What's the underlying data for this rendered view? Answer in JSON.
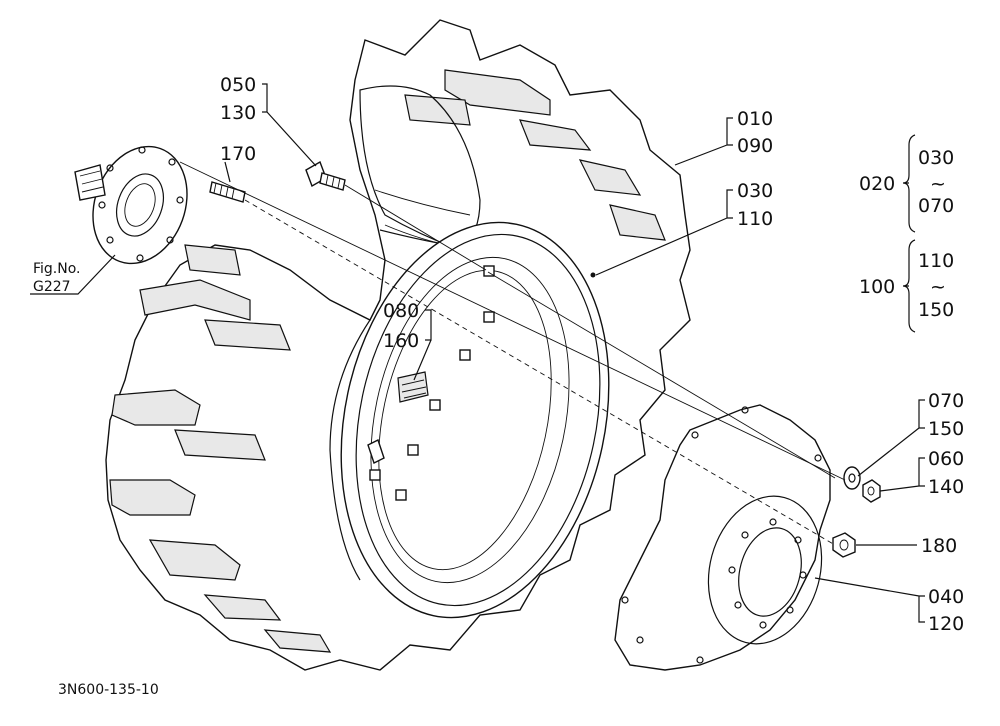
{
  "labels": {
    "c050": "050",
    "c130": "130",
    "c170": "170",
    "c010": "010",
    "c090": "090",
    "c030a": "030",
    "c110a": "110",
    "c080": "080",
    "c160": "160",
    "c070a": "070",
    "c150a": "150",
    "c060": "060",
    "c140": "140",
    "c180": "180",
    "c040": "040",
    "c120": "120"
  },
  "ranges": {
    "r020": {
      "group": "020",
      "from": "030",
      "tilde": "~",
      "to": "070"
    },
    "r100": {
      "group": "100",
      "from": "110",
      "tilde": "~",
      "to": "150"
    }
  },
  "figref": {
    "line1": "Fig.No.",
    "line2": "G227"
  },
  "footer": {
    "code": "3N600-135-10"
  }
}
